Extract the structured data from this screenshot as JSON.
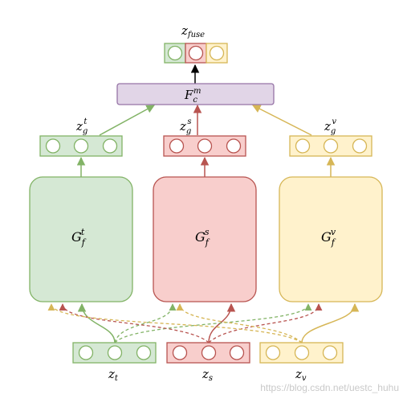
{
  "labels": {
    "fuse_out": {
      "base": "z",
      "sub": "fuse"
    },
    "fusion": {
      "base": "F",
      "sub": "c",
      "sup": "m"
    },
    "mid_t": {
      "base": "z",
      "sub": "g",
      "sup": "t"
    },
    "mid_s": {
      "base": "z",
      "sub": "g",
      "sup": "s"
    },
    "mid_v": {
      "base": "z",
      "sub": "g",
      "sup": "v"
    },
    "g_t": {
      "base": "G",
      "sub": "f",
      "sup": "t"
    },
    "g_s": {
      "base": "G",
      "sub": "f",
      "sup": "s"
    },
    "g_v": {
      "base": "G",
      "sub": "f",
      "sup": "v"
    },
    "in_t": {
      "base": "z",
      "sub": "t"
    },
    "in_s": {
      "base": "z",
      "sub": "s"
    },
    "in_v": {
      "base": "z",
      "sub": "v"
    }
  },
  "watermark": "https://blog.csdn.net/uestc_huhu",
  "colors": {
    "green_fill": "#d5e8d4",
    "green_stroke": "#82b366",
    "red_fill": "#f8cecc",
    "red_stroke": "#b85450",
    "yellow_fill": "#fff2cc",
    "yellow_stroke": "#d6b656",
    "purple_fill": "#e1d5e7",
    "purple_stroke": "#9673a6",
    "black": "#000000",
    "watermark": "#c9c9c9"
  }
}
